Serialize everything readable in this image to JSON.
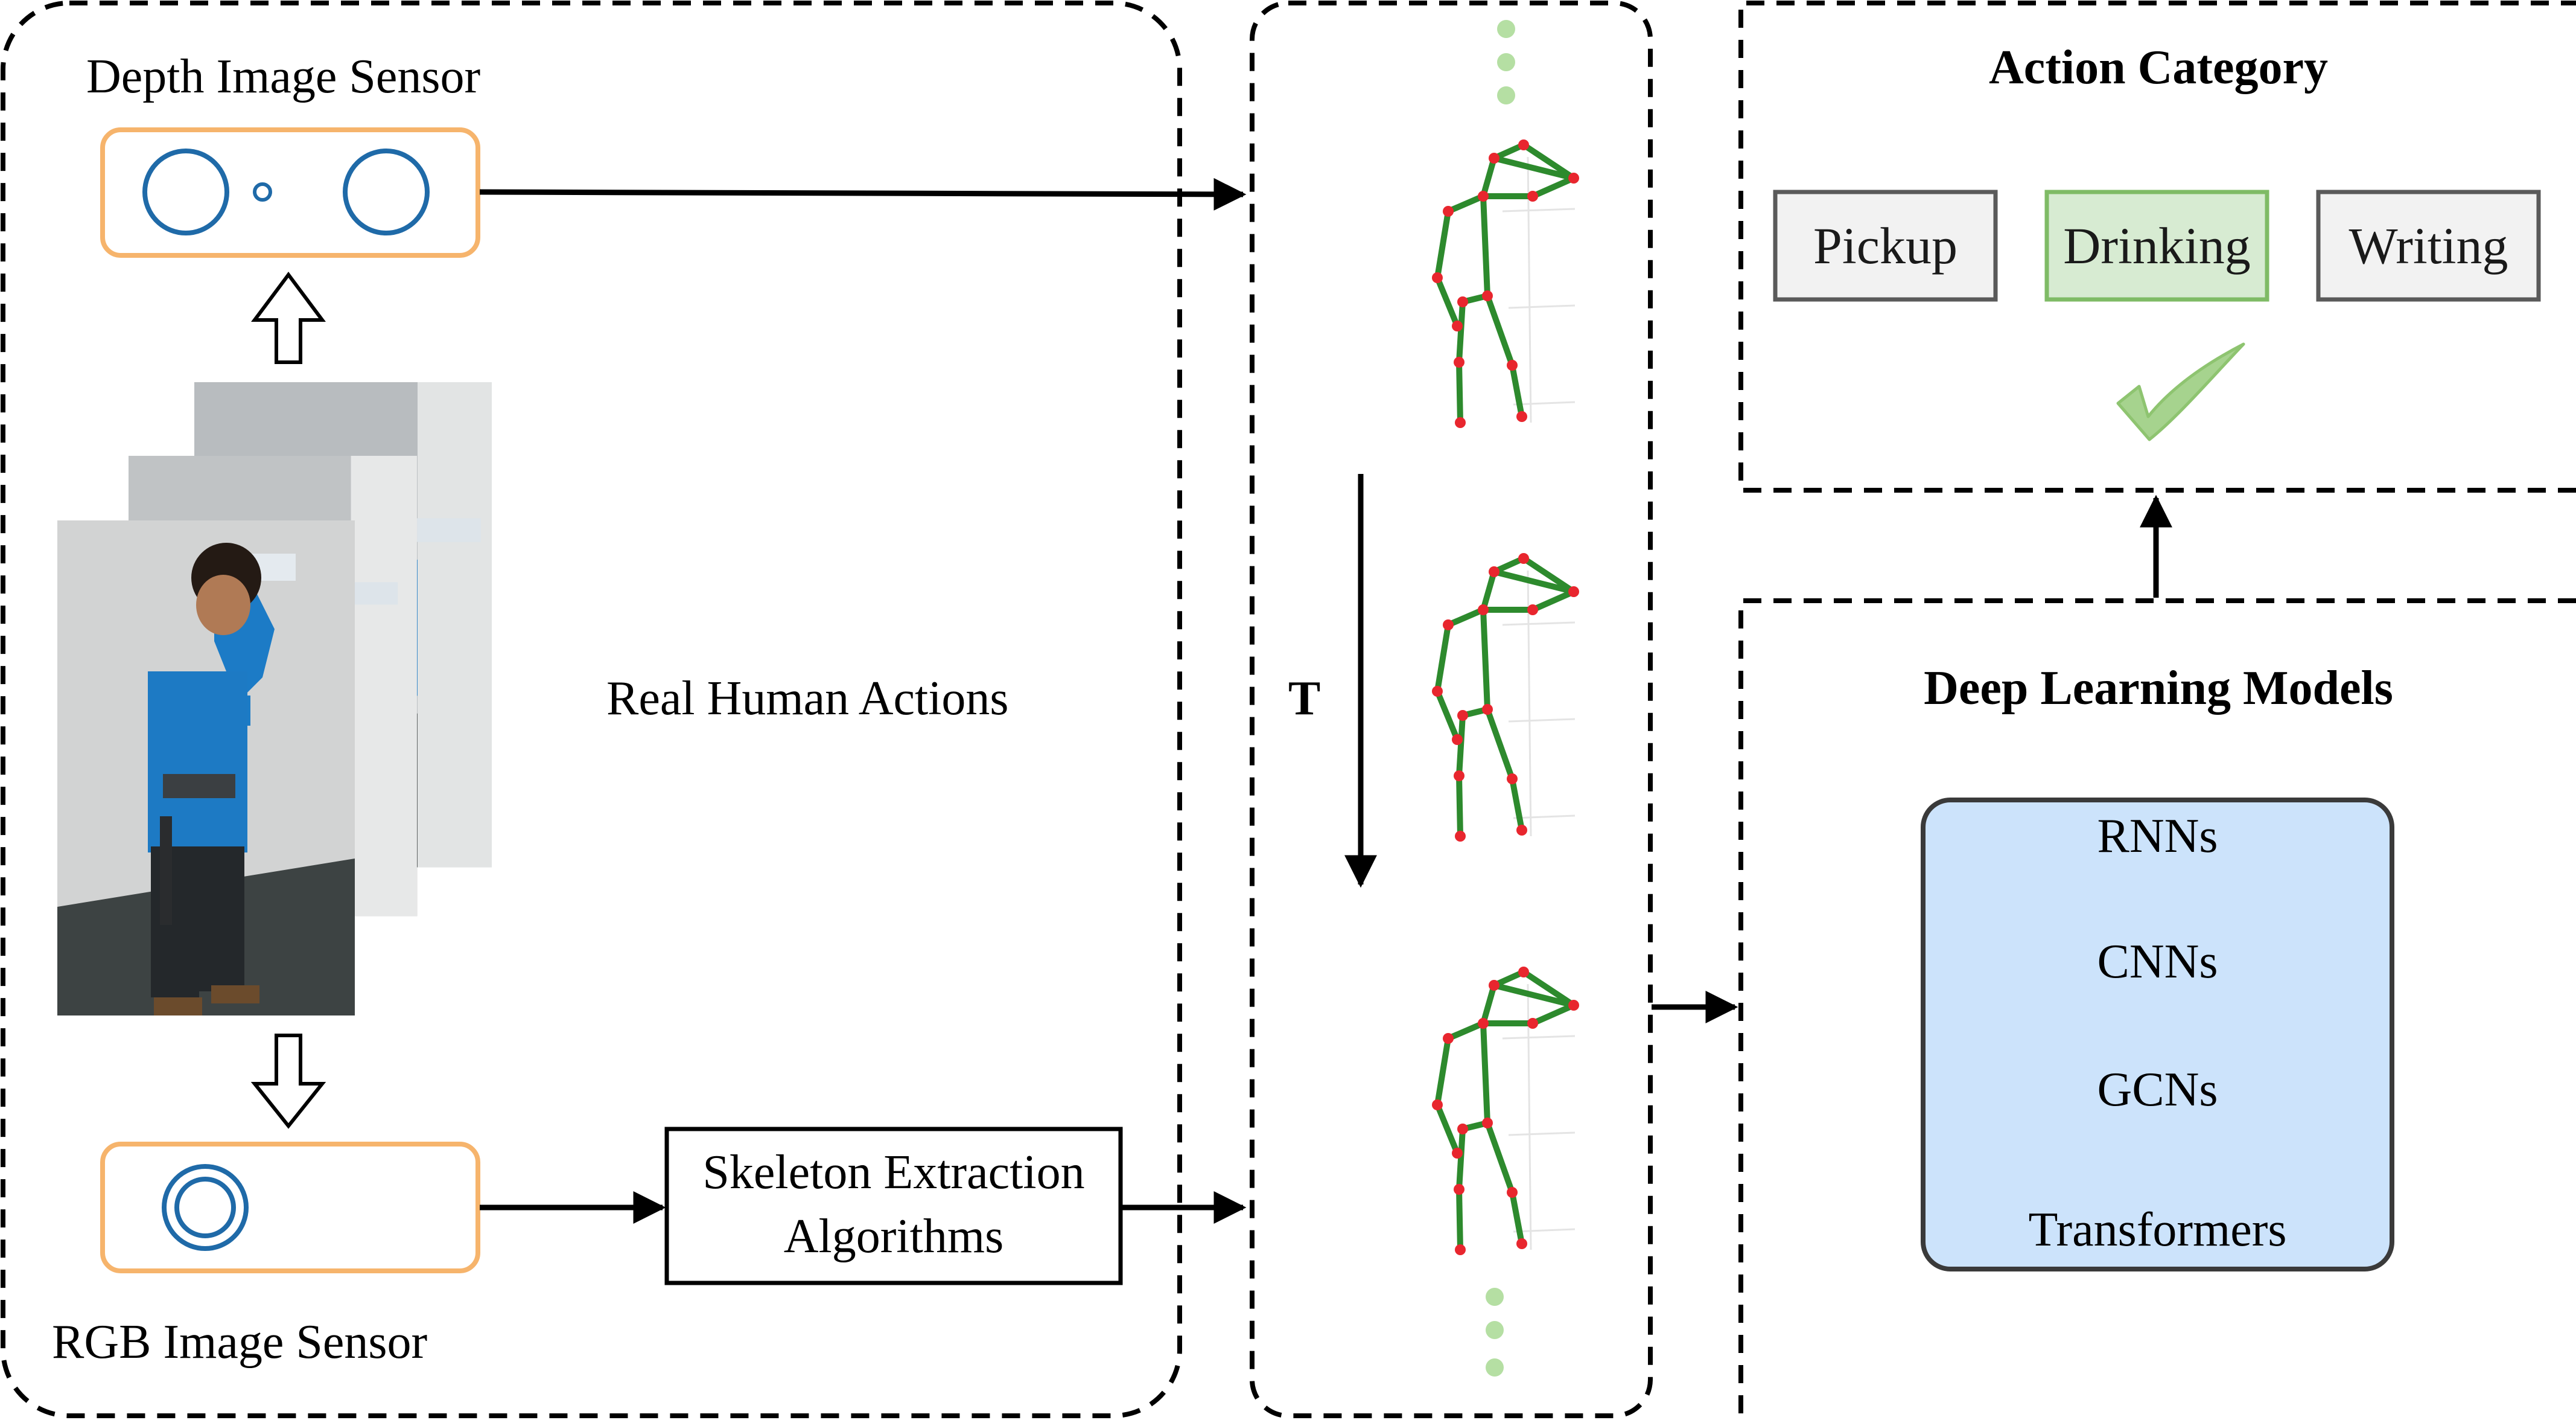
{
  "diagram": {
    "depth_sensor_label": "Depth Image Sensor",
    "rgb_sensor_label": "RGB Image Sensor",
    "real_actions_label": "Real Human Actions",
    "skeleton_algo_line1": "Skeleton Extraction",
    "skeleton_algo_line2": "Algorithms",
    "time_label": "T",
    "action_category": {
      "title": "Action Category",
      "categories": [
        "Pickup",
        "Drinking",
        "Writing"
      ],
      "selected": "Drinking"
    },
    "deep_learning": {
      "title": "Deep Learning Models",
      "models": [
        "RNNs",
        "CNNs",
        "GCNs",
        "Transformers"
      ]
    }
  },
  "colors": {
    "sensor_border": "#f6b46c",
    "sensor_lens": "#1f6aa8",
    "skeleton_bone": "#2d8a2d",
    "skeleton_joint": "#e8262e",
    "ellipsis_dot": "#b5dfa3",
    "selected_fill": "#d7ebd2",
    "selected_border": "#7fbb66",
    "category_fill": "#f2f2f2",
    "category_border": "#5a5a5a",
    "models_fill": "#cce3fb",
    "models_border": "#3a3a3a",
    "checkmark": "#a6d38e"
  }
}
